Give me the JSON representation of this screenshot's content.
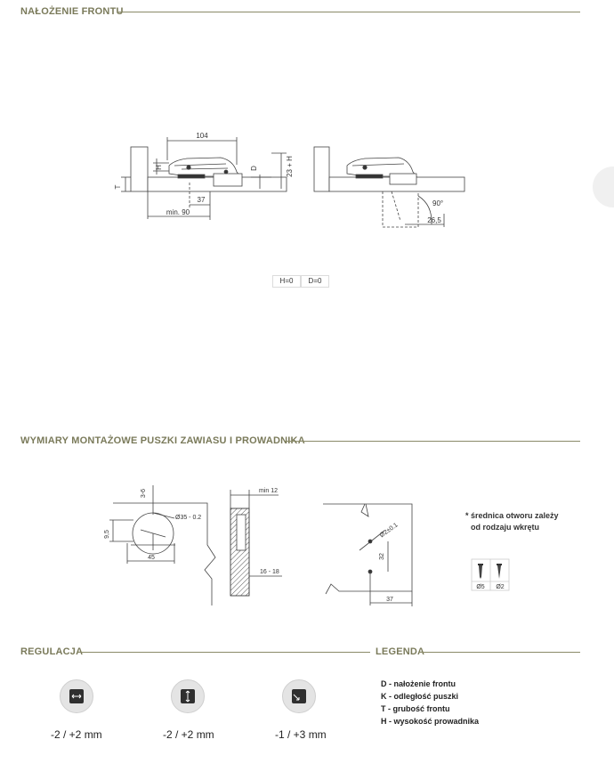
{
  "section1": {
    "title": "NAŁOŻENIE FRONTU"
  },
  "drawing1": {
    "dim_width": "104",
    "label_h": "H",
    "label_t": "T",
    "label_d": "D",
    "dim_23h": "23 + H",
    "dim_37": "37",
    "dim_min90": "min. 90"
  },
  "drawing2": {
    "angle": "90°",
    "dim_265": "26,5"
  },
  "hd_values": {
    "h": "H=0",
    "d": "D=0"
  },
  "section2": {
    "title": "WYMIARY MONTAŻOWE PUSZKI ZAWIASU I PROWADNIKA"
  },
  "mount": {
    "dim_36": "3-6",
    "dim_dia": "Ø35 - 0.2",
    "dim_95": "9,5",
    "dim_45": "45",
    "dim_min12": "min 12",
    "dim_1618": "16 - 18",
    "dim_hole": "Ø2±0.1",
    "dim_32": "32",
    "dim_37": "37"
  },
  "note": {
    "line1": "* średnica otworu zależy",
    "line2": "od rodzaju wkrętu"
  },
  "screws": {
    "s1": "Ø5",
    "s2": "Ø2"
  },
  "section3": {
    "title": "REGULACJA"
  },
  "regulation": [
    {
      "value": "-2 / +2 mm"
    },
    {
      "value": "-2 / +2 mm"
    },
    {
      "value": "-1 / +3 mm"
    }
  ],
  "section4": {
    "title": "LEGENDA"
  },
  "legend": [
    "D - nałożenie frontu",
    "K - odległość puszki",
    "T - grubość frontu",
    "H - wysokość prowadnika"
  ]
}
